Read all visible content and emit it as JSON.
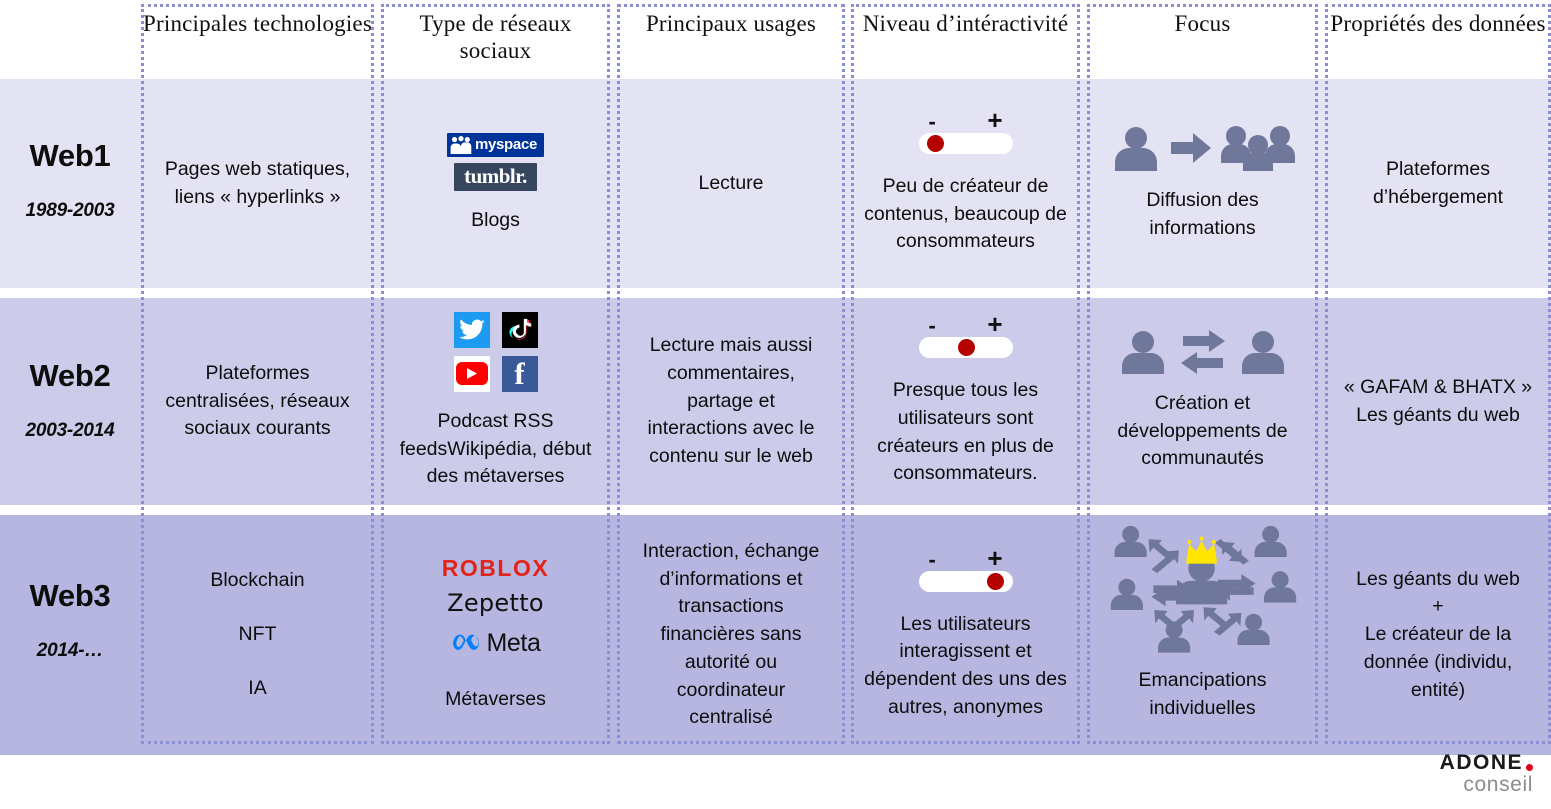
{
  "columns": [
    {
      "id": "era",
      "header": ""
    },
    {
      "id": "technologies",
      "header": "Principales technologies"
    },
    {
      "id": "networks",
      "header": "Type de réseaux sociaux"
    },
    {
      "id": "usages",
      "header": "Principaux usages"
    },
    {
      "id": "interactivity",
      "header": "Niveau d’intéractivité"
    },
    {
      "id": "focus",
      "header": "Focus"
    },
    {
      "id": "data",
      "header": "Propriétés des données"
    }
  ],
  "rows": [
    {
      "era_name": "Web1",
      "era_years": "1989-2003",
      "technologies": "Pages web statiques, liens « hyperlinks »",
      "networks_caption": "Blogs",
      "networks_logos": [
        "myspace",
        "tumblr."
      ],
      "usages": "Lecture",
      "interactivity_text": "Peu de créateur de contenus, beaucoup de consommateurs",
      "interactivity_level": "low",
      "focus_text": "Diffusion des informations",
      "focus_icon": "one-to-many",
      "data": "Plateformes d’hébergement"
    },
    {
      "era_name": "Web2",
      "era_years": "2003-2014",
      "technologies": "Plateformes centralisées, réseaux sociaux courants",
      "networks_caption": "Podcast RSS feedsWikipédia, début des métaverses",
      "networks_logos": [
        "twitter",
        "tiktok",
        "youtube",
        "facebook"
      ],
      "usages": "Lecture mais aussi commentaires, partage et interactions avec le contenu sur le web",
      "interactivity_text": "Presque tous les utilisateurs sont créateurs en plus de consommateurs.",
      "interactivity_level": "medium",
      "focus_text": "Création et développements de communautés",
      "focus_icon": "peer-to-peer",
      "data": "« GAFAM & BHATX » Les géants du web"
    },
    {
      "era_name": "Web3",
      "era_years": "2014-…",
      "technologies_list": [
        "Blockchain",
        "NFT",
        "IA"
      ],
      "networks_caption": "Métaverses",
      "networks_logos": [
        "ROBLOX",
        "Zepetto",
        "Meta"
      ],
      "usages": "Interaction, échange d’informations et transactions financières sans autorité ou coordinateur centralisé",
      "interactivity_text": "Les utilisateurs interagissent et dépendent des uns des autres, anonymes",
      "interactivity_level": "high",
      "focus_text": "Emancipations individuelles",
      "focus_icon": "decentralized-network",
      "data": "Les géants du web + Le créateur de la donnée (individu, entité)"
    }
  ],
  "data_row3_lines": [
    "Les géants du web",
    "+",
    "Le créateur de la",
    "donnée (individu,",
    "entité)"
  ],
  "data_row2_lines": [
    "« GAFAM & BHATX »",
    "Les géants du web"
  ],
  "brand": {
    "name": "ADONE",
    "subtitle": "conseil",
    "dot_color": "#e2001a"
  },
  "palette": {
    "row1_bg": "#e4e3f3",
    "row2_bg": "#ccccea",
    "row3_bg": "#b6b6e0",
    "border": "#8b8ed1",
    "icon": "#6f779b",
    "knob": "#b50000",
    "crown": "#ffe600"
  }
}
